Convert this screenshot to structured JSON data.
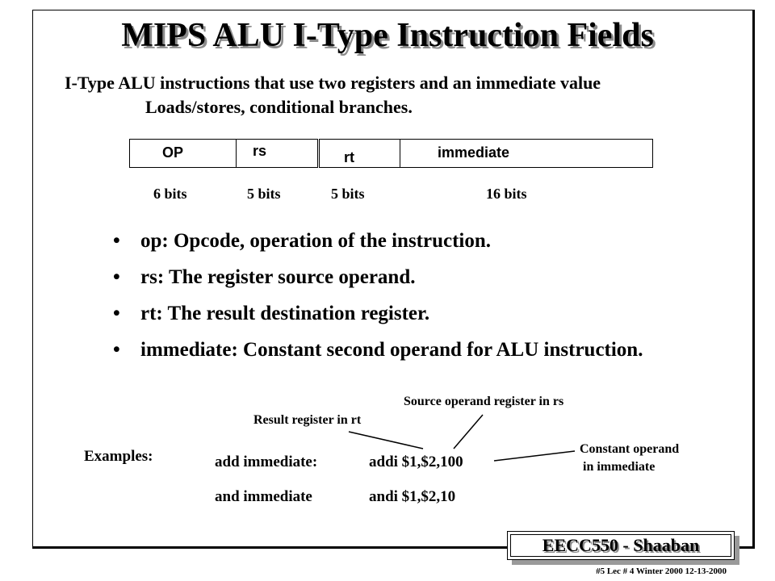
{
  "slide": {
    "title": "MIPS ALU I-Type Instruction Fields",
    "subtitle_line1": "I-Type ALU instructions that use two registers and an immediate value",
    "subtitle_line2": "Loads/stores, conditional branches."
  },
  "format": {
    "fields": [
      {
        "label": "OP",
        "bits": "6 bits"
      },
      {
        "label": "rs",
        "bits": "5 bits"
      },
      {
        "label": "rt",
        "bits": "5 bits"
      },
      {
        "label": "immediate",
        "bits": "16  bits"
      }
    ]
  },
  "bullets": [
    "op: Opcode, operation of the instruction.",
    "rs: The register source operand.",
    "rt: The result destination register.",
    "immediate:  Constant second operand for ALU instruction."
  ],
  "bullet_glyph": "•",
  "annotations": {
    "source": "Source operand register in rs",
    "result": "Result register in rt",
    "constant_line1": "Constant operand",
    "constant_line2": "in immediate"
  },
  "examples": {
    "label": "Examples:",
    "rows": [
      {
        "name": "add immediate:",
        "code": "addi $1,$2,100"
      },
      {
        "name": "and immediate",
        "code": "andi $1,$2,10"
      }
    ]
  },
  "badge": "EECC550 - Shaaban",
  "footer": "#5   Lec # 4    Winter 2000    12-13-2000",
  "colors": {
    "text": "#000000",
    "shadow": "#8c8c8c",
    "background": "#ffffff"
  }
}
